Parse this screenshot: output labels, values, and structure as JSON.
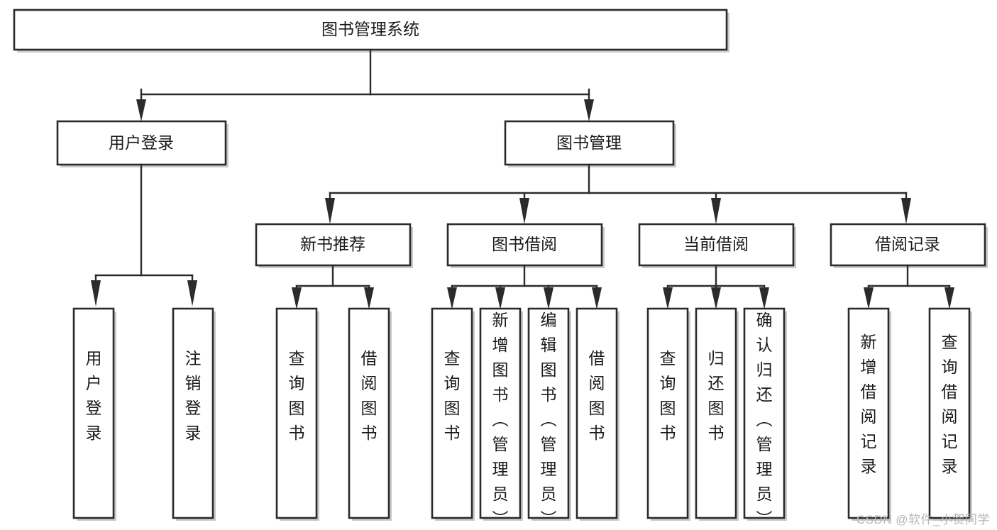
{
  "diagram": {
    "title": "图书管理系统",
    "type": "tree-hierarchy-chart",
    "root": {
      "label": "图书管理系统"
    },
    "level2": [
      {
        "label": "用户登录"
      },
      {
        "label": "图书管理"
      }
    ],
    "level3": [
      {
        "label": "新书推荐"
      },
      {
        "label": "图书借阅"
      },
      {
        "label": "当前借阅"
      },
      {
        "label": "借阅记录"
      }
    ],
    "leaves": {
      "user_login": [
        {
          "label": "用户登录"
        },
        {
          "label": "注销登录"
        }
      ],
      "new_book_recommend": [
        {
          "label": "查询图书"
        },
        {
          "label": "借阅图书"
        }
      ],
      "book_borrow": [
        {
          "label": "查询图书"
        },
        {
          "label": "新增图书（管理员）"
        },
        {
          "label": "编辑图书（管理员）"
        },
        {
          "label": "借阅图书"
        }
      ],
      "current_borrow": [
        {
          "label": "查询图书"
        },
        {
          "label": "归还图书"
        },
        {
          "label": "确认归还（管理员）"
        }
      ],
      "borrow_record": [
        {
          "label": "新增借阅记录"
        },
        {
          "label": "查询借阅记录"
        }
      ]
    }
  },
  "watermark": {
    "text": "CSDN @软件_小贺同学"
  },
  "colors": {
    "box_stroke": "#2b2b2b",
    "box_fill": "#ffffff",
    "text": "#1a1a1a",
    "background": "#ffffff",
    "watermark": "#b6b6b6"
  }
}
